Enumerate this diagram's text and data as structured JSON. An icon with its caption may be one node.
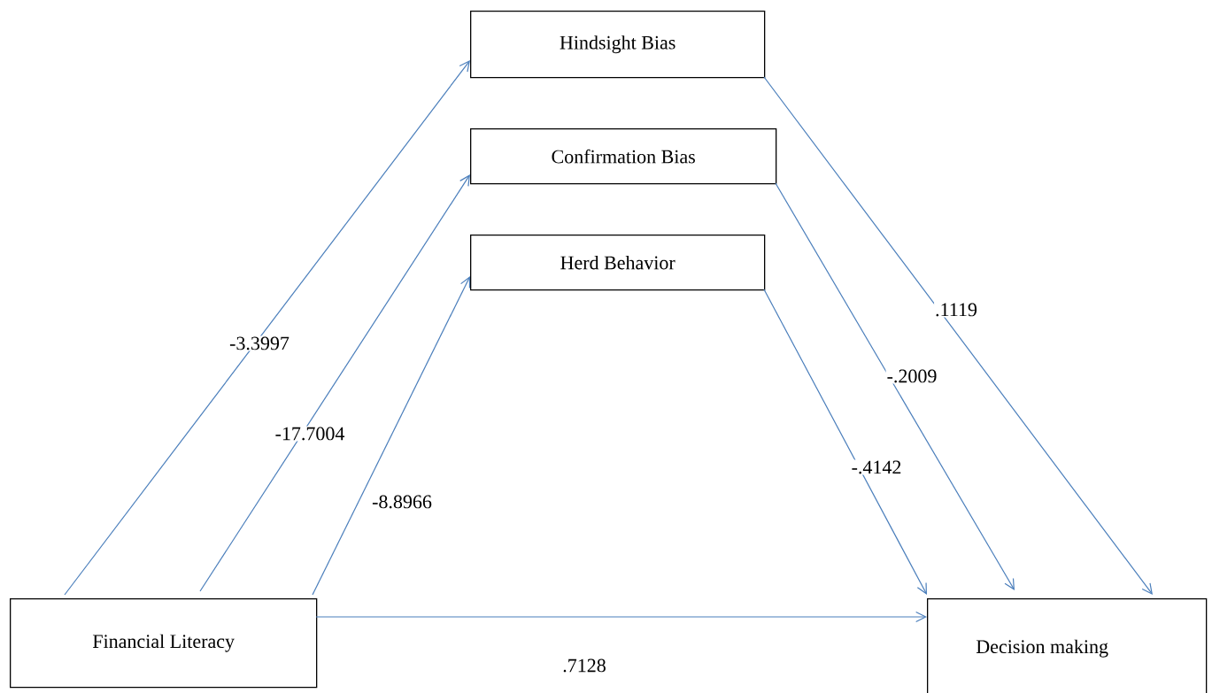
{
  "diagram": {
    "nodes": [
      {
        "text": [
          "Hindsight Bias"
        ]
      },
      {
        "text": [
          "Confirmation Bias"
        ]
      },
      {
        "text": [
          "Herd Behavior"
        ]
      },
      {
        "text": [
          "Financial Literacy"
        ]
      },
      {
        "text": [
          "Decision making"
        ]
      }
    ],
    "edges": [
      {
        "from": 3,
        "to": 0,
        "arrow": "to",
        "label": "-3.3997"
      },
      {
        "from": 3,
        "to": 1,
        "arrow": "to",
        "label": "-17.7004"
      },
      {
        "from": 3,
        "to": 2,
        "arrow": "to",
        "label": "-8.8966"
      },
      {
        "from": 0,
        "to": 4,
        "arrow": "to",
        "label": ".1119"
      },
      {
        "from": 1,
        "to": 4,
        "arrow": "to",
        "label": "-.2009"
      },
      {
        "from": 2,
        "to": 4,
        "arrow": "to",
        "label": "-.4142"
      },
      {
        "from": 3,
        "to": 4,
        "arrow": "to",
        "label": ".7128"
      }
    ]
  }
}
